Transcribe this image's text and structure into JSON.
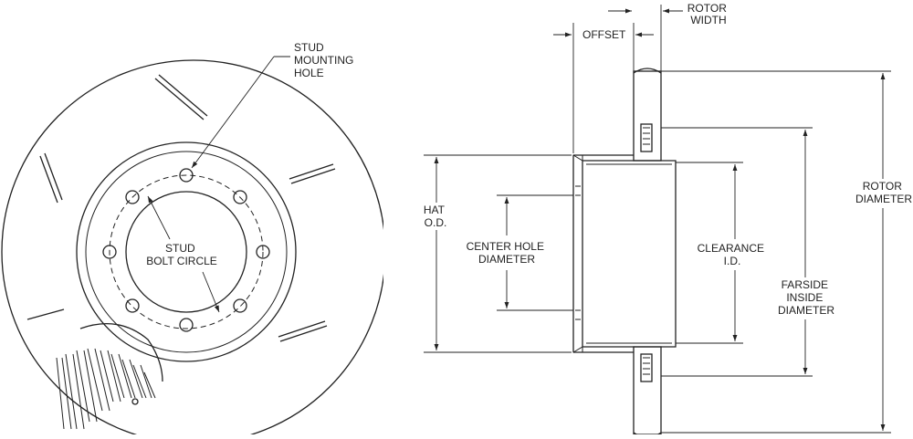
{
  "labels": {
    "stud_mounting_hole": [
      "STUD",
      "MOUNTING",
      "HOLE"
    ],
    "stud_bolt_circle": [
      "STUD",
      "BOLT CIRCLE"
    ],
    "offset": "OFFSET",
    "rotor_width": [
      "ROTOR",
      "WIDTH"
    ],
    "hat_od": [
      "HAT",
      "O.D."
    ],
    "center_hole_diameter": [
      "CENTER HOLE",
      "DIAMETER"
    ],
    "clearance_id": [
      "CLEARANCE",
      "I.D."
    ],
    "farside_inside_diameter": [
      "FARSIDE",
      "INSIDE",
      "DIAMETER"
    ],
    "rotor_diameter": [
      "ROTOR",
      "DIAMETER"
    ]
  },
  "colors": {
    "line": "#222222",
    "background": "#ffffff"
  }
}
